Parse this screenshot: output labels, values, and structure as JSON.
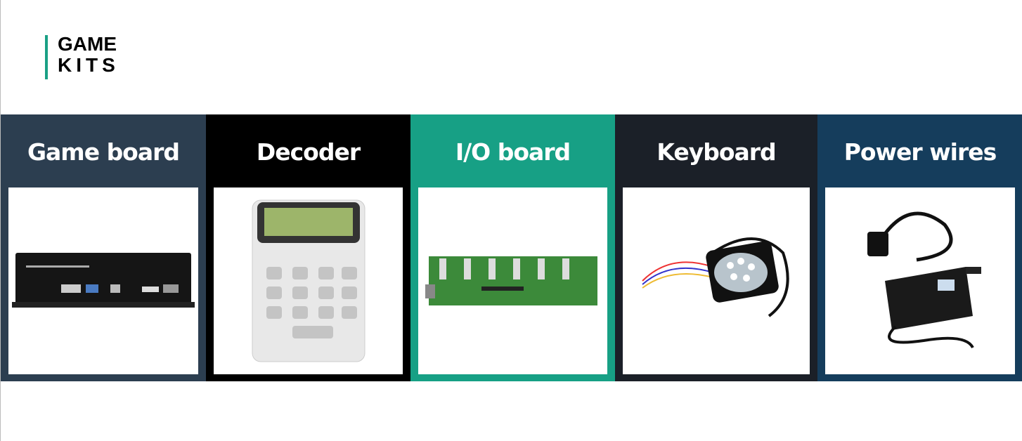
{
  "header": {
    "title_line1": "GAME",
    "title_line2": "KITS",
    "accent_color": "#1aa085"
  },
  "panels": [
    {
      "label": "Game board",
      "color": "#2c3e50",
      "image": "game-board-box-photo"
    },
    {
      "label": "Decoder",
      "color": "#000000",
      "image": "decoder-keypad-photo"
    },
    {
      "label": "I/O board",
      "color": "#17a085",
      "image": "io-circuit-board-photo"
    },
    {
      "label": "Keyboard",
      "color": "#1b2028",
      "image": "button-keyboard-photo"
    },
    {
      "label": "Power wires",
      "color": "#153d5c",
      "image": "power-adapter-photo"
    }
  ]
}
